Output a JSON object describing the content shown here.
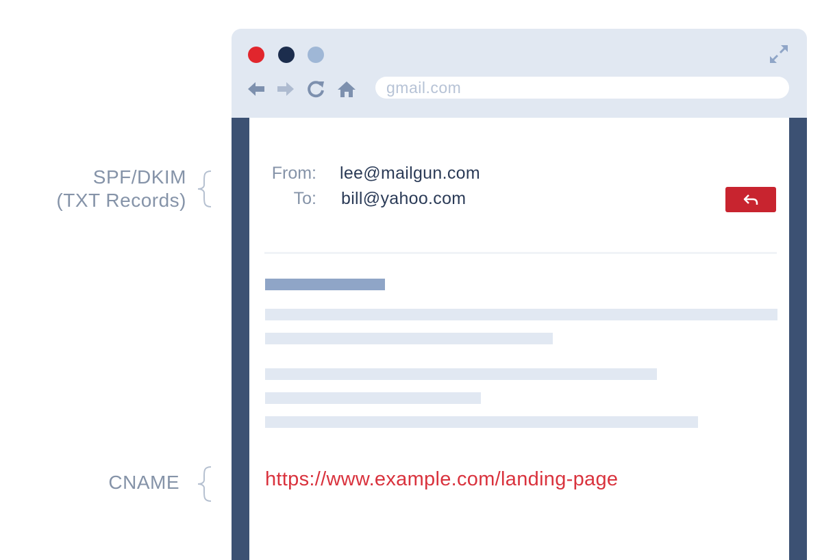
{
  "annotations": {
    "spf_dkim_line1": "SPF/DKIM",
    "spf_dkim_line2": "(TXT Records)",
    "cname": "CNAME"
  },
  "browser": {
    "address_bar": "gmail.com",
    "window_dots": [
      "#e1262d",
      "#1c2d4d",
      "#9fb7d6"
    ]
  },
  "email": {
    "from_label": "From:",
    "from_value": "lee@mailgun.com",
    "to_label": "To:",
    "to_value": "bill@yahoo.com",
    "link": "https://www.example.com/landing-page"
  },
  "icons": [
    "back-arrow-icon",
    "forward-arrow-icon",
    "refresh-icon",
    "home-icon",
    "expand-icon",
    "reply-icon",
    "curly-brace-icon"
  ],
  "colors": {
    "accent_red": "#c8242f",
    "link_red": "#d9323d",
    "frame_navy": "#3c5173",
    "chrome_bg": "#e1e8f2"
  }
}
